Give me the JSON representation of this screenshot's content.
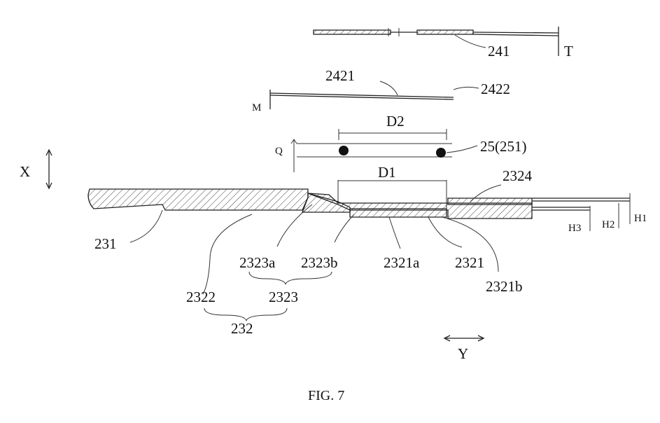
{
  "figure": {
    "caption": "FIG. 7",
    "axes": {
      "vertical": "X",
      "horizontal": "Y"
    }
  },
  "labels": {
    "l241": "241",
    "lT": "T",
    "l2421": "2421",
    "l2422": "2422",
    "lM": "M",
    "lD2": "D2",
    "lQ": "Q",
    "l25": "25(251)",
    "lD1": "D1",
    "l2324": "2324",
    "lH1": "H1",
    "lH2": "H2",
    "lH3": "H3",
    "l231": "231",
    "l2323a": "2323a",
    "l2323b": "2323b",
    "l2321a": "2321a",
    "l2321": "2321",
    "l2321b": "2321b",
    "l2322": "2322",
    "l2323": "2323",
    "l232": "232"
  }
}
